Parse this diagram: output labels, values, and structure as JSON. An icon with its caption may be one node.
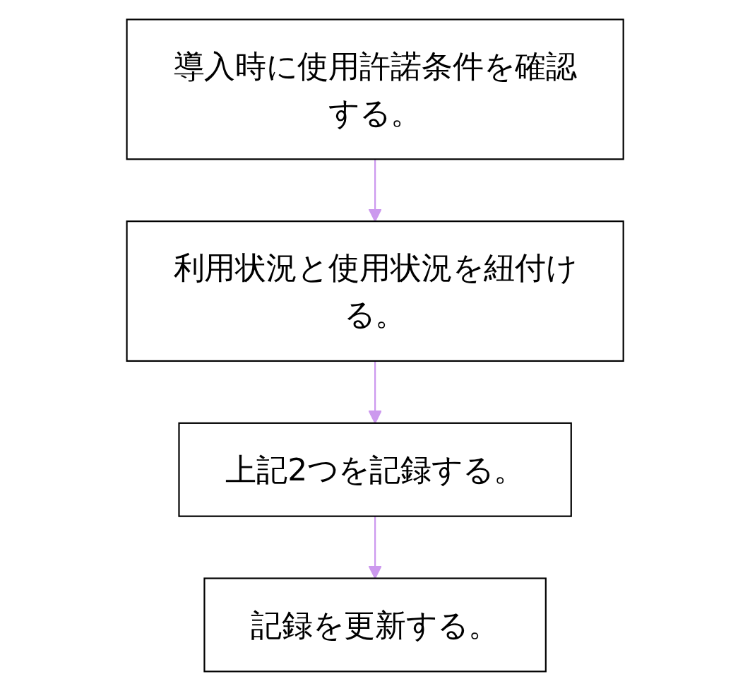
{
  "diagram": {
    "nodes": [
      {
        "text": [
          "導入時に使用許諾条件を確認する。"
        ]
      },
      {
        "text": [
          "利用状況と使用状況を紐付ける。"
        ]
      },
      {
        "text": [
          "上記2つを記録する。"
        ]
      },
      {
        "text": [
          "記録を更新する。"
        ]
      }
    ],
    "edges": [
      {
        "from": 0,
        "to": 1,
        "arrow": "to",
        "color": "#cc99ee"
      },
      {
        "from": 1,
        "to": 2,
        "arrow": "to",
        "color": "#cc99ee"
      },
      {
        "from": 2,
        "to": 3,
        "arrow": "to",
        "color": "#cc99ee"
      }
    ]
  }
}
